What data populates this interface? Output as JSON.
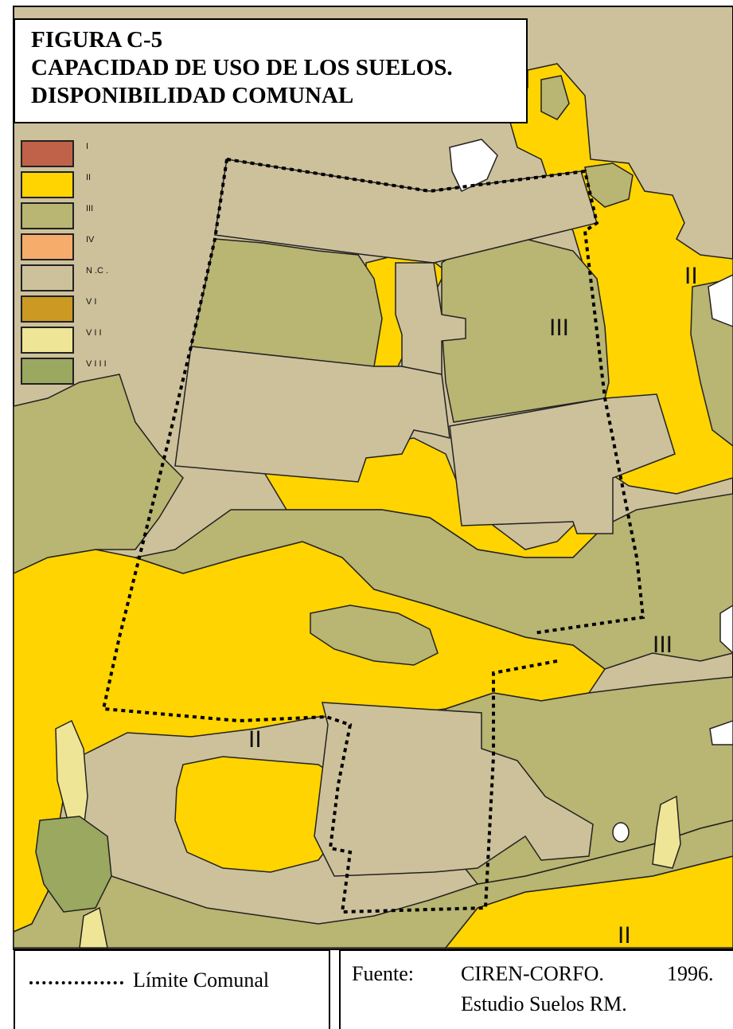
{
  "title": {
    "line1": "FIGURA C-5",
    "line2": "CAPACIDAD DE USO DE LOS SUELOS.",
    "line3": "DISPONIBILIDAD COMUNAL"
  },
  "legend": [
    {
      "label": "I",
      "color": "#c0624a"
    },
    {
      "label": "II",
      "color": "#ffd400"
    },
    {
      "label": "III",
      "color": "#b9b572"
    },
    {
      "label": "IV",
      "color": "#f6ad6b"
    },
    {
      "label": "N .C .",
      "color": "#cdc19b"
    },
    {
      "label": "V I",
      "color": "#cc9a22"
    },
    {
      "label": "V I I",
      "color": "#efe596"
    },
    {
      "label": "V I I I",
      "color": "#9aa860"
    }
  ],
  "map_labels": {
    "ii_east": "II",
    "iii_center": "III",
    "iii_southeast": "III",
    "ii_southwest": "II",
    "ii_south": "II"
  },
  "footer": {
    "limit_label": "Límite Comunal",
    "source_label": "Fuente:",
    "source_org": "CIREN-CORFO.",
    "source_year": "1996.",
    "source_study": "Estudio Suelos RM."
  },
  "colors": {
    "class_ii": "#ffd400",
    "class_iii": "#b9b572",
    "no_capacity": "#cdc19b",
    "class_vii": "#efe596",
    "class_viii": "#9aa860",
    "urban_white": "#ffffff",
    "boundary": "#000000"
  }
}
